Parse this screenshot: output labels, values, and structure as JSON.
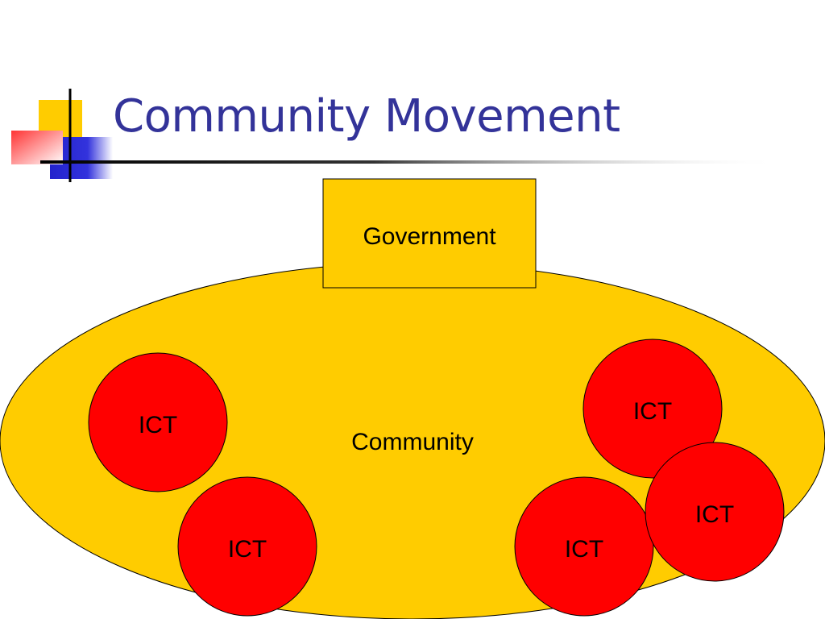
{
  "slide": {
    "title": "Community Movement"
  },
  "diagram": {
    "government_label": "Government",
    "community_label": "Community",
    "ict_nodes": [
      {
        "label": "ICT"
      },
      {
        "label": "ICT"
      },
      {
        "label": "ICT"
      },
      {
        "label": "ICT"
      },
      {
        "label": "ICT"
      }
    ]
  },
  "colors": {
    "title": "#333399",
    "community_fill": "#FFCC00",
    "government_fill": "#FFCC00",
    "ict_fill": "#FF0000",
    "outline": "#000000"
  }
}
